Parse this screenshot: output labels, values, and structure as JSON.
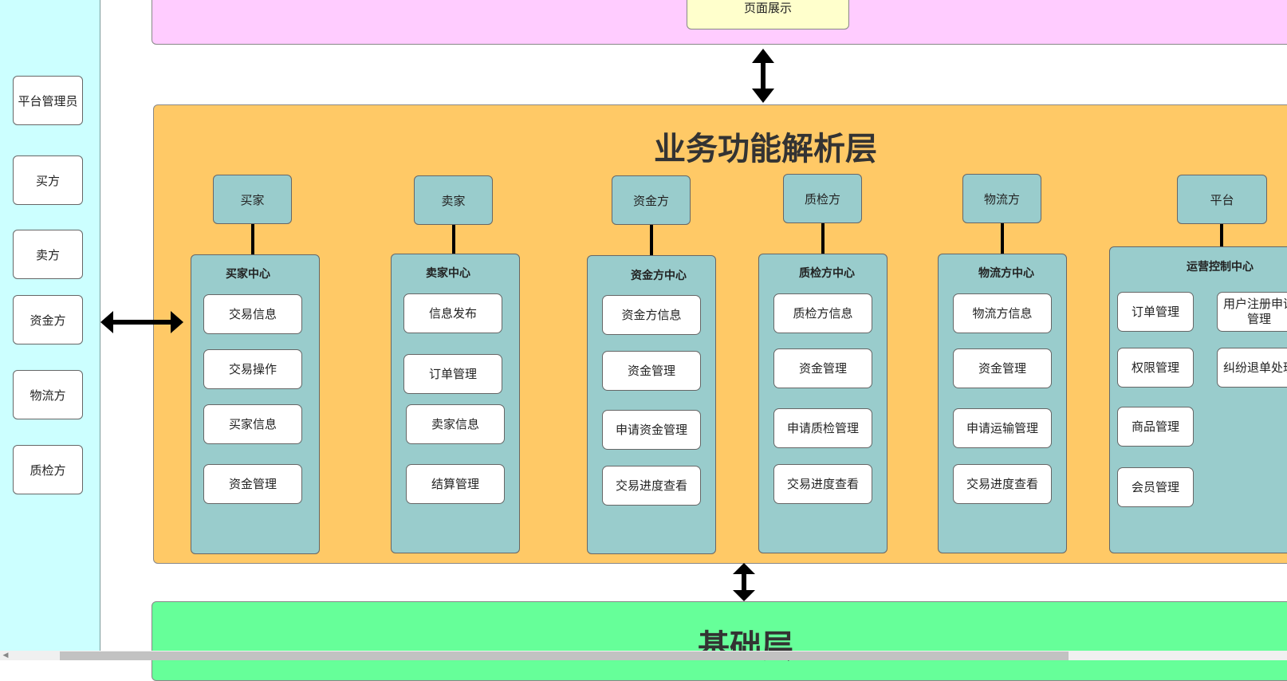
{
  "top_layer": {
    "node_label": "页面展示"
  },
  "roles": [
    "平台管理员",
    "买方",
    "卖方",
    "资金方",
    "物流方",
    "质检方"
  ],
  "business_layer": {
    "title": "业务功能解析层",
    "columns": [
      {
        "role": "买家",
        "center": "买家中心",
        "items": [
          "交易信息",
          "交易操作",
          "买家信息",
          "资金管理"
        ]
      },
      {
        "role": "卖家",
        "center": "卖家中心",
        "items": [
          "信息发布",
          "订单管理",
          "卖家信息",
          "结算管理"
        ]
      },
      {
        "role": "资金方",
        "center": "资金方中心",
        "items": [
          "资金方信息",
          "资金管理",
          "申请资金管理",
          "交易进度查看"
        ]
      },
      {
        "role": "质检方",
        "center": "质检方中心",
        "items": [
          "质检方信息",
          "资金管理",
          "申请质检管理",
          "交易进度查看"
        ]
      },
      {
        "role": "物流方",
        "center": "物流方中心",
        "items": [
          "物流方信息",
          "资金管理",
          "申请运输管理",
          "交易进度查看"
        ]
      },
      {
        "role": "平台",
        "center": "运营控制中心",
        "items": [
          "订单管理",
          "用户注册申请管理",
          "权限管理",
          "纠纷退单处理",
          "商品管理",
          "会员管理"
        ]
      }
    ]
  },
  "base_layer": {
    "title": "基础层"
  },
  "colors": {
    "left_panel": "#ccffff",
    "top_layer": "#ffccff",
    "top_node": "#ffffcc",
    "business_layer": "#ffc966",
    "center_box": "#99cccc",
    "base_layer": "#66ff99"
  }
}
